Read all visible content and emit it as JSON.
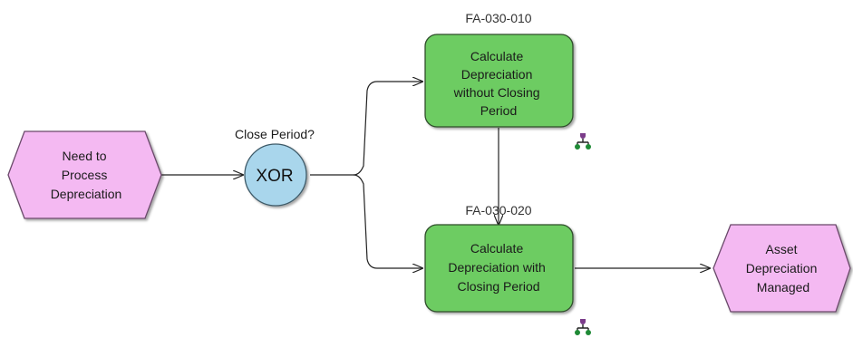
{
  "colors": {
    "event_fill": "#f4b9f2",
    "event_stroke": "#6a4a6a",
    "function_fill": "#6dcc62",
    "function_stroke": "#2f4d2b",
    "xor_fill": "#a9d6ec",
    "xor_stroke": "#3e5a68",
    "line": "#222222",
    "role_icon_top": "#7b3c8a",
    "role_icon_bottom": "#1f8a36"
  },
  "nodes": {
    "start_event": {
      "type": "event",
      "lines": [
        "Need to",
        "Process",
        "Depreciation"
      ]
    },
    "xor_gateway": {
      "type": "xor",
      "label": "XOR",
      "caption": "Close Period?"
    },
    "function_1": {
      "type": "function",
      "id": "FA-030-010",
      "lines": [
        "Calculate",
        "Depreciation",
        "without Closing",
        "Period"
      ],
      "role_icon": "org-unit-icon"
    },
    "function_2": {
      "type": "function",
      "id": "FA-030-020",
      "lines": [
        "Calculate",
        "Depreciation with",
        "Closing Period"
      ],
      "role_icon": "org-unit-icon"
    },
    "end_event": {
      "type": "event",
      "lines": [
        "Asset",
        "Depreciation",
        "Managed"
      ]
    }
  },
  "connections": [
    {
      "from": "start_event",
      "to": "xor_gateway"
    },
    {
      "from": "xor_gateway",
      "to": "function_1"
    },
    {
      "from": "xor_gateway",
      "to": "function_2"
    },
    {
      "from": "function_1",
      "to": "function_2"
    },
    {
      "from": "function_2",
      "to": "end_event"
    }
  ]
}
